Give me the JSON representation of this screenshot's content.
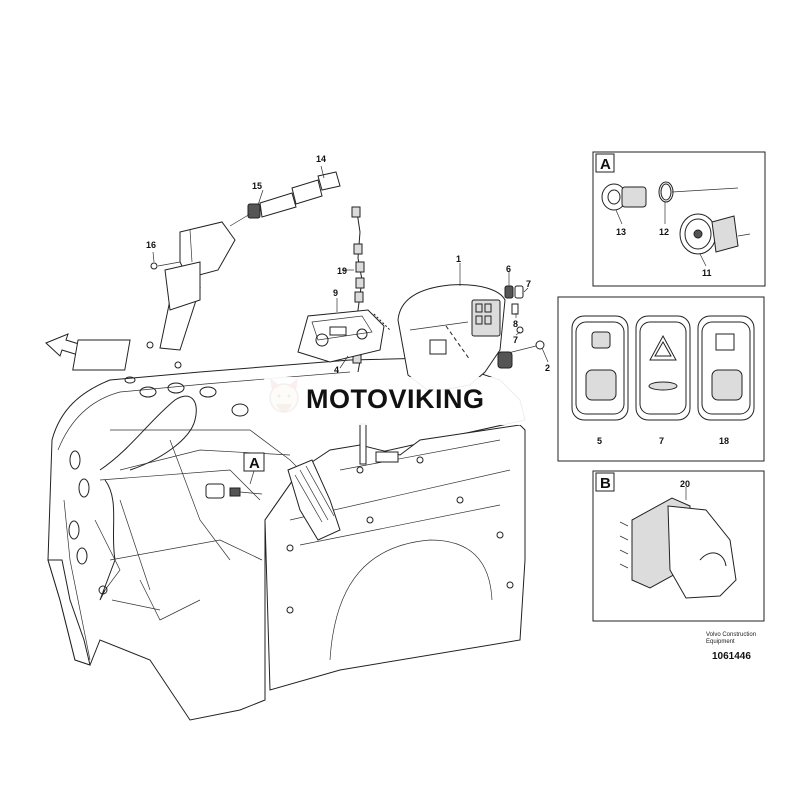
{
  "watermark": {
    "brand": "MOTOVIKING"
  },
  "credit": {
    "line1": "Volvo Construction",
    "line2": "Equipment",
    "number": "1061446"
  },
  "callouts": {
    "c1": "1",
    "c2": "2",
    "c4": "4",
    "c5": "5",
    "c6": "6",
    "c7": "7",
    "c8": "8",
    "c9": "9",
    "c11": "11",
    "c12": "12",
    "c13": "13",
    "c14": "14",
    "c15": "15",
    "c16": "16",
    "c18": "18",
    "c19": "19",
    "c20": "20"
  },
  "detail_boxes": {
    "box_a_top": "A",
    "box_b": "B",
    "box_a_main": "A",
    "switch_panel": {
      "labels": [
        "5",
        "7",
        "18"
      ]
    }
  },
  "colors": {
    "line": "#222222",
    "background": "#ffffff",
    "logo_accent": "#c0392b"
  }
}
